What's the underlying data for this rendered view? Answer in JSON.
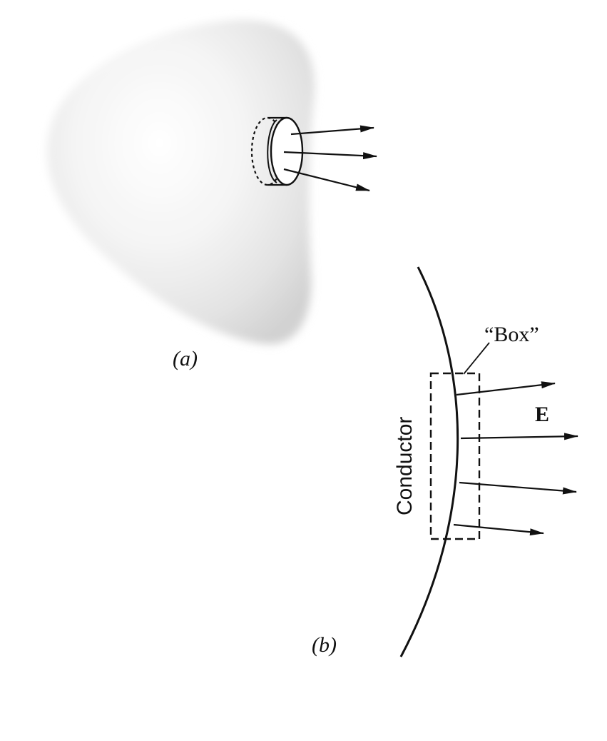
{
  "figure": {
    "panel_a": {
      "label": "(a)"
    },
    "panel_b": {
      "label": "(b)",
      "box_label": "“Box”",
      "field_label": "E",
      "conductor_label": "Conductor"
    }
  },
  "colors": {
    "ink": "#111111",
    "blob": "#e6e6e6"
  }
}
